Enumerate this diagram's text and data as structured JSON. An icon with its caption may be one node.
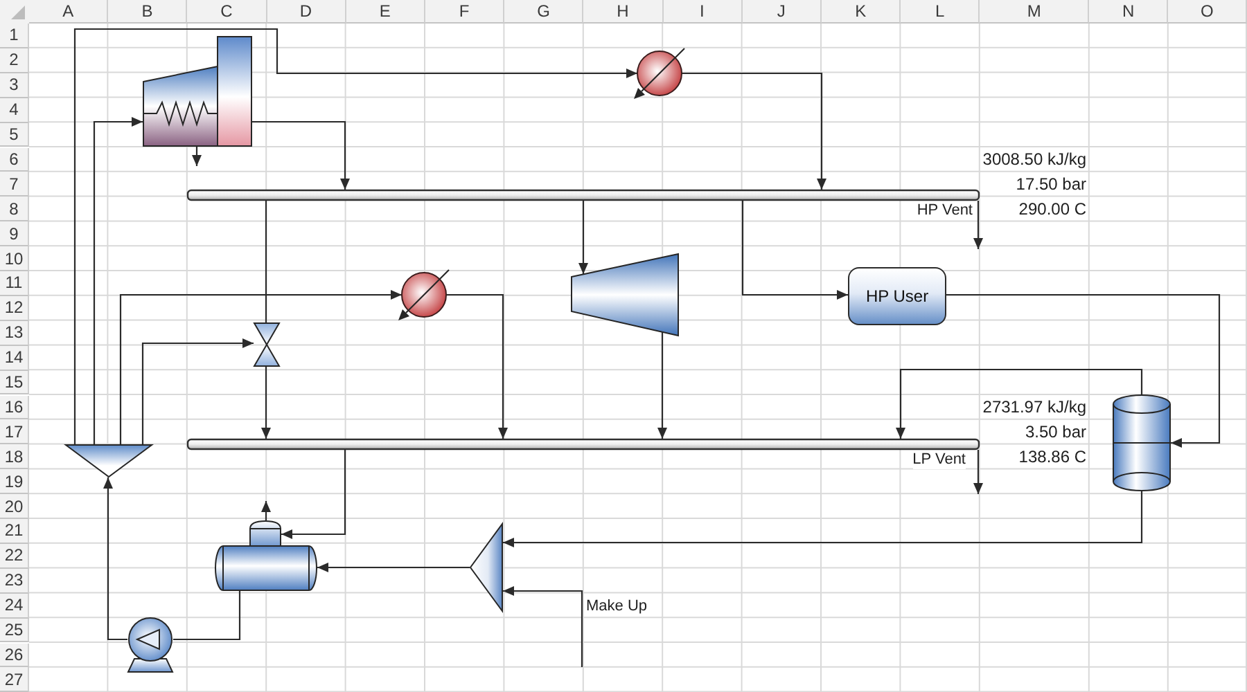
{
  "diagram": {
    "nodes": [
      {
        "text": [],
        "shape": "boiler"
      },
      {
        "text": [],
        "shape": "circle"
      },
      {
        "text": [],
        "shape": "bar",
        "beside": [
          "3008.50 kJ/kg",
          "17.50 bar",
          "290.00 C"
        ]
      },
      {
        "text": [],
        "shape": "valve"
      },
      {
        "text": [],
        "shape": "circle"
      },
      {
        "text": [],
        "shape": "trapezoid"
      },
      {
        "text": [
          "HP User"
        ]
      },
      {
        "text": [],
        "shape": "triangle"
      },
      {
        "text": [],
        "shape": "bar",
        "beside": [
          "2731.97 kJ/kg",
          "3.50 bar",
          "138.86 C"
        ]
      },
      {
        "text": [],
        "shape": "cylinder"
      },
      {
        "text": [],
        "shape": "tank"
      },
      {
        "text": [],
        "shape": "triangle"
      },
      {
        "text": [],
        "shape": "pump"
      }
    ],
    "edges": [
      {
        "from": 7,
        "to": 1,
        "arrow": "to"
      },
      {
        "from": 7,
        "to": 0,
        "arrow": "to"
      },
      {
        "from": 7,
        "to": 4,
        "arrow": "to"
      },
      {
        "from": 7,
        "to": 3,
        "arrow": "to"
      },
      {
        "from": 0,
        "to": null,
        "arrow": "to"
      },
      {
        "from": 0,
        "to": 2,
        "arrow": "to"
      },
      {
        "from": 1,
        "to": 2,
        "arrow": "to"
      },
      {
        "from": 2,
        "to": null,
        "arrow": "to",
        "label": "HP Vent"
      },
      {
        "from": 2,
        "to": 3,
        "arrow": "none"
      },
      {
        "from": 2,
        "to": 5,
        "arrow": "to"
      },
      {
        "from": 2,
        "to": 6,
        "arrow": "to"
      },
      {
        "from": 6,
        "to": 9,
        "arrow": "to"
      },
      {
        "from": 3,
        "to": 8,
        "arrow": "to"
      },
      {
        "from": 4,
        "to": 8,
        "arrow": "to"
      },
      {
        "from": 5,
        "to": 8,
        "arrow": "to"
      },
      {
        "from": 9,
        "to": 8,
        "arrow": "to"
      },
      {
        "from": 8,
        "to": null,
        "arrow": "to",
        "label": "LP Vent"
      },
      {
        "from": 9,
        "to": 11,
        "arrow": "to"
      },
      {
        "from": 8,
        "to": 10,
        "arrow": "to"
      },
      {
        "from": 10,
        "to": null,
        "arrow": "to"
      },
      {
        "from": null,
        "to": 11,
        "arrow": "to",
        "label": "Make Up"
      },
      {
        "from": 11,
        "to": 10,
        "arrow": "to"
      },
      {
        "from": 10,
        "to": 12,
        "arrow": "none"
      },
      {
        "from": 12,
        "to": 7,
        "arrow": "to"
      }
    ],
    "labels": [
      "A",
      "B",
      "C",
      "D",
      "E",
      "F",
      "G",
      "H",
      "I",
      "J",
      "K",
      "L",
      "M",
      "N",
      "O",
      "1",
      "2",
      "3",
      "4",
      "5",
      "6",
      "7",
      "8",
      "9",
      "10",
      "11",
      "12",
      "13",
      "14",
      "15",
      "16",
      "17",
      "18",
      "19",
      "20",
      "21",
      "22",
      "23",
      "24",
      "25",
      "26",
      "27"
    ]
  }
}
